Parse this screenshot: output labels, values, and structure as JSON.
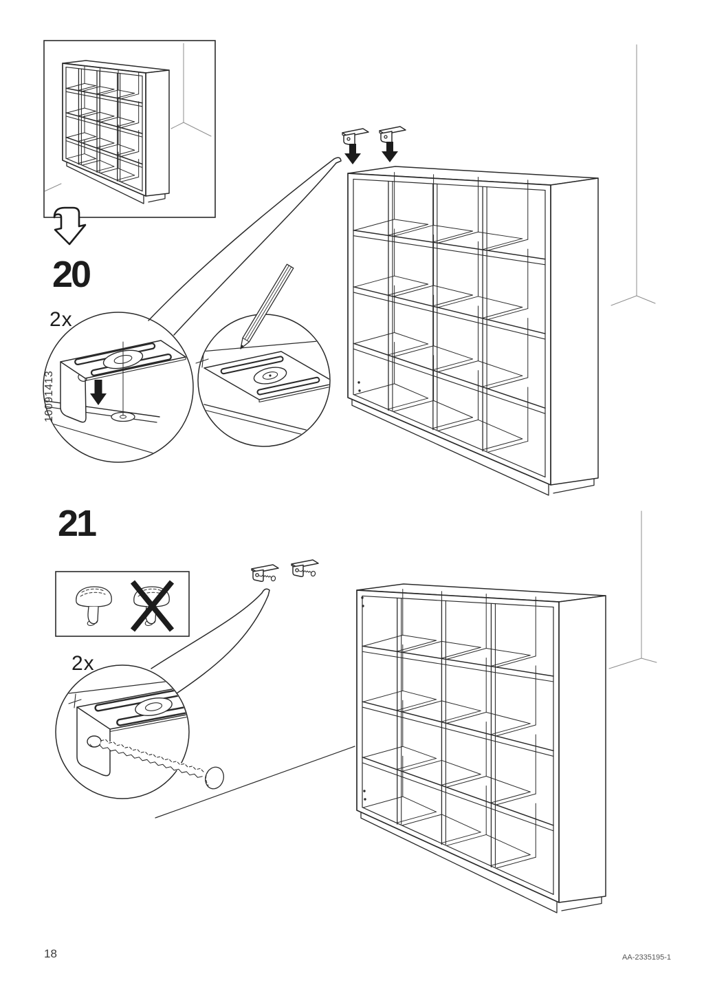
{
  "document": {
    "page_number": "18",
    "article_code": "AA-2335195-1"
  },
  "step20": {
    "number": "20",
    "quantity": "2x",
    "part_number": "10091413"
  },
  "step21": {
    "number": "21",
    "quantity": "2x"
  },
  "colors": {
    "ink": "#2a2a2a",
    "wall_line": "#8c8c8c",
    "paper": "#ffffff",
    "solid_black": "#1c1c1c"
  }
}
